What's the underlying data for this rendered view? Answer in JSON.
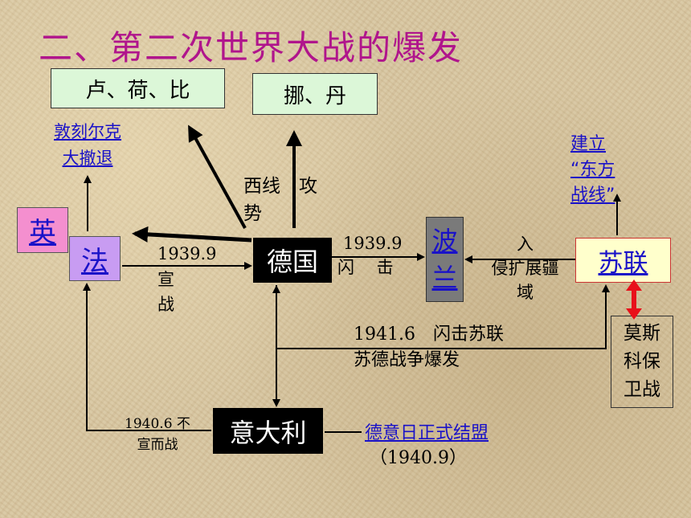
{
  "title": "二、第二次世界大战的爆发",
  "nodes": {
    "lux": "卢、荷、比",
    "norway": "挪、丹",
    "britain": "英",
    "france": "法",
    "germany": "德国",
    "poland_1": "波",
    "poland_2": "兰",
    "ussr": "苏联",
    "italy": "意大利",
    "moscow_1": "莫斯",
    "moscow_2": "科保",
    "moscow_3": "卫战"
  },
  "labels": {
    "dunkirk_1": "敦刻尔克",
    "dunkirk_2": "大撤退",
    "western_1": "西线　攻",
    "western_2": "势",
    "declare_1": "1939.9",
    "declare_2": "宣",
    "declare_3": "战",
    "blitz_1": "1939.9",
    "blitz_2": "闪　 击",
    "invade_1": "入",
    "invade_2": "侵扩展疆",
    "invade_3": "域",
    "east_1": "建立",
    "east_2": "“东方",
    "east_3": "战线”",
    "soviet_1": "1941.6　闪击苏联",
    "soviet_2": "苏德战争爆发",
    "italy_war_1": "1940.6 不",
    "italy_war_2": "宣而战",
    "alliance_1": "德意日正式结盟",
    "alliance_2": "（1940.9）"
  },
  "colors": {
    "title": "#b0158c",
    "link": "#1a12c8",
    "britain_bg": "#f48fcf",
    "france_bg": "#c89cf2",
    "poland_bg": "#7a7a7a",
    "ussr_bg": "#ffffcc",
    "green_bg": "#dcf7d8",
    "red_arrow": "#e8101a"
  }
}
